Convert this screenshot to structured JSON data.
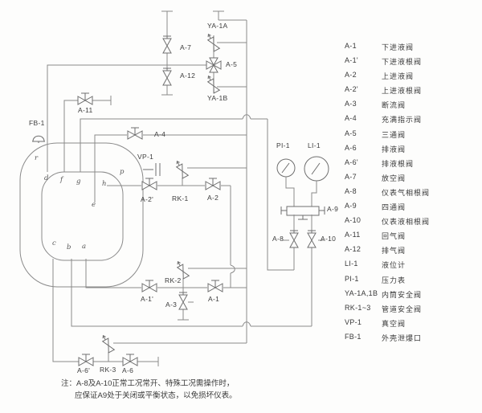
{
  "diagram": {
    "labels": [
      {
        "t": "YA-1A"
      },
      {
        "t": "A-7"
      },
      {
        "t": "A-5"
      },
      {
        "t": "A-12"
      },
      {
        "t": "YA-1B"
      },
      {
        "t": "A-11"
      },
      {
        "t": "A-4"
      },
      {
        "t": "FB-1"
      },
      {
        "t": "VP-1"
      },
      {
        "t": "A-2'"
      },
      {
        "t": "RK-1"
      },
      {
        "t": "A-2"
      },
      {
        "t": "PI-1"
      },
      {
        "t": "LI-1"
      },
      {
        "t": "A-9"
      },
      {
        "t": "A-8"
      },
      {
        "t": "A-10"
      },
      {
        "t": "A-1'"
      },
      {
        "t": "RK-2"
      },
      {
        "t": "A-3"
      },
      {
        "t": "A-1"
      },
      {
        "t": "A-6'"
      },
      {
        "t": "RK-3"
      },
      {
        "t": "A-6"
      }
    ],
    "ports": [
      {
        "t": "r"
      },
      {
        "t": "p"
      },
      {
        "t": "d"
      },
      {
        "t": "f"
      },
      {
        "t": "g"
      },
      {
        "t": "h"
      },
      {
        "t": "e"
      },
      {
        "t": "c"
      },
      {
        "t": "b"
      },
      {
        "t": "a"
      }
    ]
  },
  "legend": {
    "rows": [
      {
        "code": "A-1",
        "desc": "下进液阀"
      },
      {
        "code": "A-1'",
        "desc": "下进液根阀"
      },
      {
        "code": "A-2",
        "desc": "上进液阀"
      },
      {
        "code": "A-2'",
        "desc": "上进液根阀"
      },
      {
        "code": "A-3",
        "desc": "断流阀"
      },
      {
        "code": "A-4",
        "desc": "充满指示阀"
      },
      {
        "code": "A-5",
        "desc": "三通阀"
      },
      {
        "code": "A-6",
        "desc": "排液阀"
      },
      {
        "code": "A-6'",
        "desc": "排液根阀"
      },
      {
        "code": "A-7",
        "desc": "放空阀"
      },
      {
        "code": "A-8",
        "desc": "仪表气相根阀"
      },
      {
        "code": "A-9",
        "desc": "四通阀"
      },
      {
        "code": "A-10",
        "desc": "仪表液相根阀"
      },
      {
        "code": "A-11",
        "desc": "回气阀"
      },
      {
        "code": "A-12",
        "desc": "排气阀"
      },
      {
        "code": "LI-1",
        "desc": "液位计"
      },
      {
        "code": "PI-1",
        "desc": "压力表"
      },
      {
        "code": "YA-1A,1B",
        "desc": "内筒安全阀"
      },
      {
        "code": "RK-1~3",
        "desc": "管道安全阀"
      },
      {
        "code": "VP-1",
        "desc": "真空阀"
      },
      {
        "code": "FB-1",
        "desc": "外壳泄爆口"
      }
    ]
  },
  "note": {
    "line1": "注：A-8及A-10正常工况常开、特殊工况需操作时，",
    "line2": "应保证A9处于关闭或平衡状态，以免损坏仪表。"
  },
  "colors": {
    "pipe": "#8a8a8a",
    "symbol": "#6f6f6f",
    "text": "#3a3a3a",
    "background": "#fdfdfc"
  }
}
